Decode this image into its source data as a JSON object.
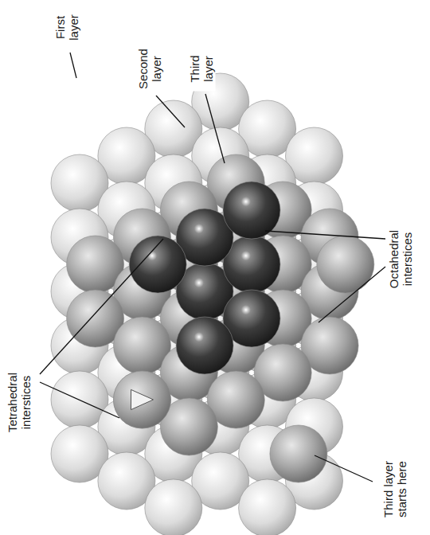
{
  "diagram": {
    "labels": [
      "First layer",
      "Second layer",
      "Third layer",
      "Tetrahedral interstices",
      "Octahedral interstices",
      "Third layer starts here"
    ]
  }
}
